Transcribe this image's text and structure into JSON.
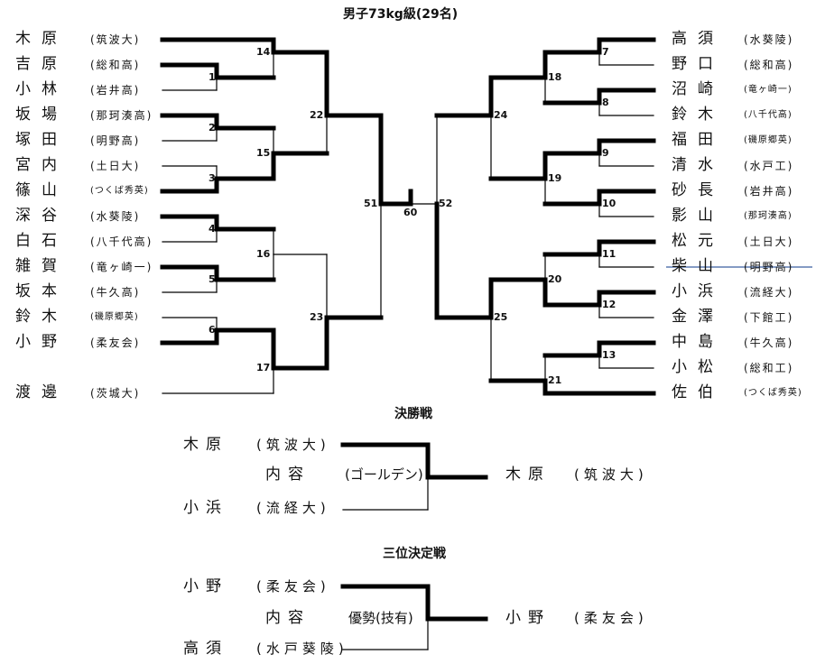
{
  "title": "男子73kg級(29名)",
  "left_players": [
    {
      "name": "木原",
      "school": "(筑波大)"
    },
    {
      "name": "吉原",
      "school": "(総和高)"
    },
    {
      "name": "小林",
      "school": "(岩井高)"
    },
    {
      "name": "坂場",
      "school": "(那珂湊高)"
    },
    {
      "name": "塚田",
      "school": "(明野高)"
    },
    {
      "name": "宮内",
      "school": "(土日大)"
    },
    {
      "name": "篠山",
      "school": "(つくば秀英)"
    },
    {
      "name": "深谷",
      "school": "(水葵陵)"
    },
    {
      "name": "白石",
      "school": "(八千代高)"
    },
    {
      "name": "雑賀",
      "school": "(竜ヶ崎一)"
    },
    {
      "name": "坂本",
      "school": "(牛久高)"
    },
    {
      "name": "鈴木",
      "school": "(磯原郷英)"
    },
    {
      "name": "小野",
      "school": "(柔友会)"
    },
    {
      "name": "渡邊",
      "school": "(茨城大)"
    }
  ],
  "right_players": [
    {
      "name": "高須",
      "school": "(水葵陵)"
    },
    {
      "name": "野口",
      "school": "(総和高)"
    },
    {
      "name": "沼崎",
      "school": "(竜ヶ崎一)"
    },
    {
      "name": "鈴木",
      "school": "(八千代高)"
    },
    {
      "name": "福田",
      "school": "(磯原郷英)"
    },
    {
      "name": "清水",
      "school": "(水戸工)"
    },
    {
      "name": "砂長",
      "school": "(岩井高)"
    },
    {
      "name": "影山",
      "school": "(那珂湊高)"
    },
    {
      "name": "松元",
      "school": "(土日大)"
    },
    {
      "name": "柴山",
      "school": "(明野高)"
    },
    {
      "name": "小浜",
      "school": "(流経大)"
    },
    {
      "name": "金澤",
      "school": "(下館工)"
    },
    {
      "name": "中島",
      "school": "(牛久高)"
    },
    {
      "name": "小松",
      "school": "(総和工)"
    },
    {
      "name": "佐伯",
      "school": "(つくば秀英)"
    }
  ],
  "match_numbers": {
    "m1": "1",
    "m2": "2",
    "m3": "3",
    "m4": "4",
    "m5": "5",
    "m6": "6",
    "m7": "7",
    "m8": "8",
    "m9": "9",
    "m10": "10",
    "m11": "11",
    "m12": "12",
    "m13": "13",
    "m14": "14",
    "m15": "15",
    "m16": "16",
    "m17": "17",
    "m18": "18",
    "m19": "19",
    "m20": "20",
    "m21": "21",
    "m22": "22",
    "m23": "23",
    "m24": "24",
    "m25": "25",
    "m51": "51",
    "m52": "52",
    "m60": "60"
  },
  "final": {
    "heading": "決勝戦",
    "top": {
      "name": "木原",
      "school": "(筑波大)"
    },
    "bottom": {
      "name": "小浜",
      "school": "(流経大)"
    },
    "content_label": "内容",
    "content_value": "(ゴールデン)",
    "winner": {
      "name": "木原",
      "school": "(筑波大)"
    }
  },
  "third": {
    "heading": "三位決定戦",
    "top": {
      "name": "小野",
      "school": "(柔友会)"
    },
    "bottom": {
      "name": "高須",
      "school": "(水戸葵陵)"
    },
    "content_label": "内容",
    "content_value": "優勢(技有)",
    "winner": {
      "name": "小野",
      "school": "(柔友会)"
    }
  },
  "colors": {
    "line": "#000000",
    "strike": "#3a5fa0",
    "text": "#111111"
  }
}
